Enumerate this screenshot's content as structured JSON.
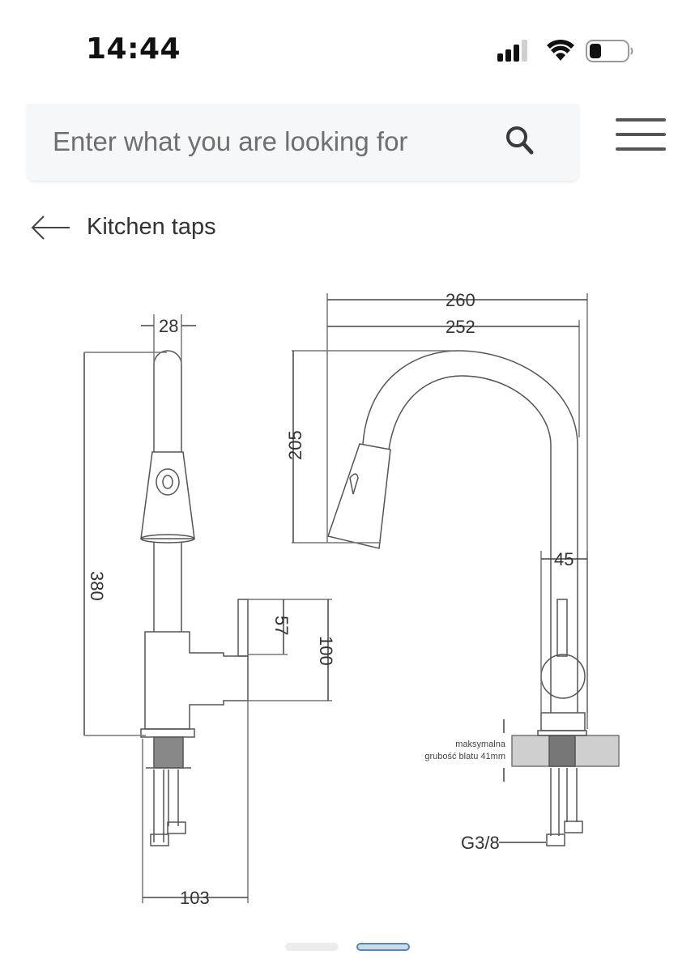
{
  "status_bar": {
    "time": "14:44",
    "icons": [
      "cellular-signal-icon",
      "wifi-icon",
      "battery-icon"
    ]
  },
  "search": {
    "placeholder": "Enter what you are looking for",
    "value": "",
    "search_icon": "search-icon"
  },
  "header": {
    "menu_icon": "hamburger-menu-icon"
  },
  "breadcrumb": {
    "back_icon": "arrow-left-icon",
    "label": "Kitchen taps"
  },
  "drawing": {
    "dimensions": {
      "width_top": "28",
      "height_total": "380",
      "lever_height": "57",
      "lever_body_height": "100",
      "base_width": "103",
      "reach_outer": "260",
      "reach_inner": "252",
      "spout_height": "205",
      "body_diameter": "45"
    },
    "notes": {
      "countertop_line1": "maksymalna",
      "countertop_line2": "grubość blatu 41mm",
      "connector": "G3/8"
    }
  },
  "carousel": {
    "slides": 2,
    "active_index": 1
  }
}
